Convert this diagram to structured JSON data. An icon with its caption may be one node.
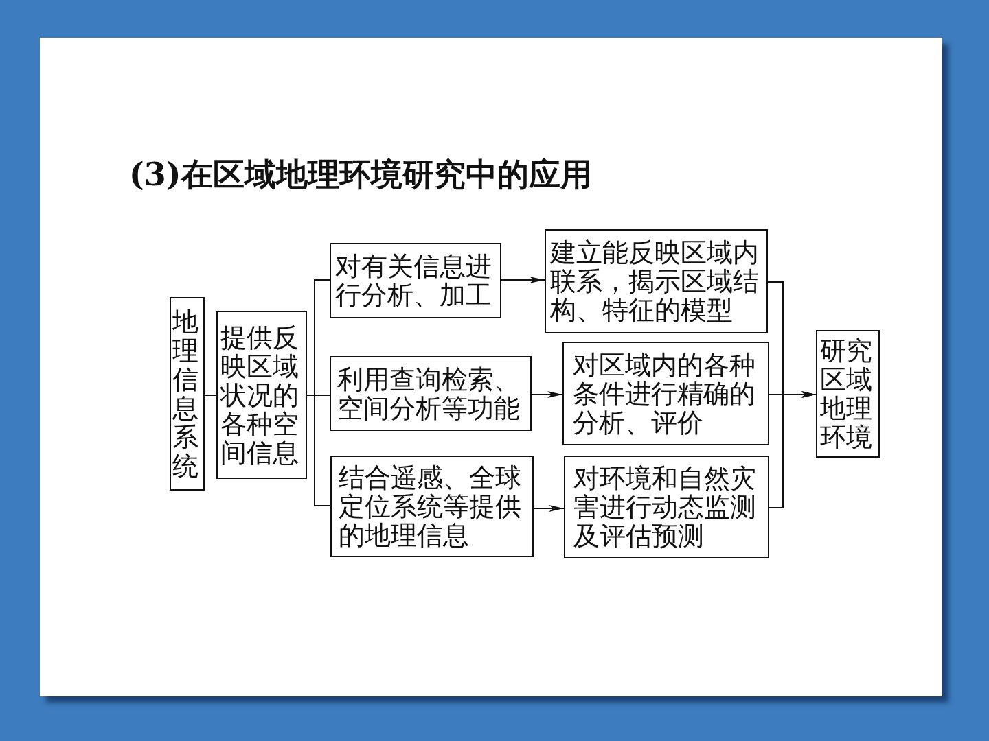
{
  "diagram": {
    "title": "(3)在区域地理环境研究中的应用",
    "nodes": [
      {
        "text": [
          "地理信息系统"
        ]
      },
      {
        "text": [
          "提供反映区域状况的各种空间信息"
        ]
      },
      {
        "text": [
          "对有关信息进行分析、加工"
        ]
      },
      {
        "text": [
          "利用查询检索、空间分析等功能"
        ]
      },
      {
        "text": [
          "结合遥感、全球定位系统等提供的地理信息"
        ]
      },
      {
        "text": [
          "建立能反映区域内联系，揭示区域结构、特征的模型"
        ]
      },
      {
        "text": [
          "对区域内的各种条件进行精确的分析、评价"
        ]
      },
      {
        "text": [
          "对环境和自然灾害进行动态监测及评估预测"
        ]
      },
      {
        "text": [
          "研究区域地理环境"
        ]
      }
    ],
    "edges": [
      {
        "from": 0,
        "to": 1,
        "arrow": "none"
      },
      {
        "from": 1,
        "to": 2,
        "arrow": "none"
      },
      {
        "from": 1,
        "to": 3,
        "arrow": "none"
      },
      {
        "from": 1,
        "to": 4,
        "arrow": "none"
      },
      {
        "from": 2,
        "to": 5,
        "arrow": "to"
      },
      {
        "from": 3,
        "to": 6,
        "arrow": "to"
      },
      {
        "from": 4,
        "to": 7,
        "arrow": "to"
      },
      {
        "from": 5,
        "to": 8,
        "arrow": "to"
      },
      {
        "from": 6,
        "to": 8,
        "arrow": "to"
      },
      {
        "from": 7,
        "to": 8,
        "arrow": "to"
      }
    ]
  }
}
